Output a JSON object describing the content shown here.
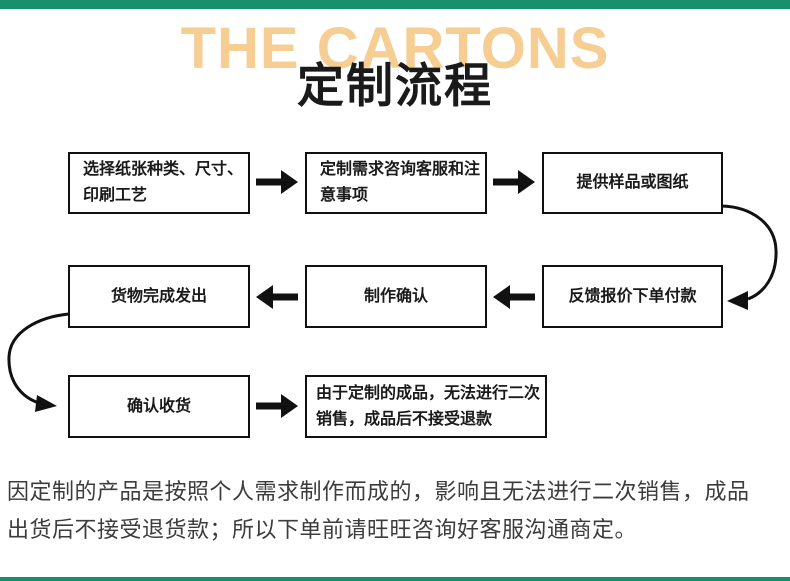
{
  "header": {
    "brand_title": "THE CARTONS",
    "page_title": "定制流程"
  },
  "flowchart": {
    "steps": [
      {
        "name": "choose-paper",
        "line1": "选择纸张种类、尺寸、",
        "line2": "印刷工艺"
      },
      {
        "name": "consult-service",
        "line1": "定制需求咨询客服和注",
        "line2": "意事项"
      },
      {
        "name": "provide-sample",
        "line1": "提供样品或图纸",
        "line2": ""
      },
      {
        "name": "goods-shipped",
        "line1": "货物完成发出",
        "line2": ""
      },
      {
        "name": "production-confirm",
        "line1": "制作确认",
        "line2": ""
      },
      {
        "name": "quote-order-pay",
        "line1": "反馈报价下单付款",
        "line2": ""
      },
      {
        "name": "confirm-receipt",
        "line1": "确认收货",
        "line2": ""
      },
      {
        "name": "no-refund-notice",
        "line1": "由于定制的成品，无法进行二次",
        "line2": "销售，成品后不接受退款"
      }
    ]
  },
  "footer": {
    "note_line1": "因定制的产品是按照个人需求制作而成的，影响且无法进行二次销售，成品",
    "note_line2": "出货后不接受退货款；所以下单前请旺旺咨询好客服沟通商定。"
  },
  "colors": {
    "accent_green": "#17906B",
    "brand_tan": "#F6CE93",
    "box_border": "#111111",
    "text_black": "#1A1A1A",
    "note_gray": "#3C3C3C"
  }
}
